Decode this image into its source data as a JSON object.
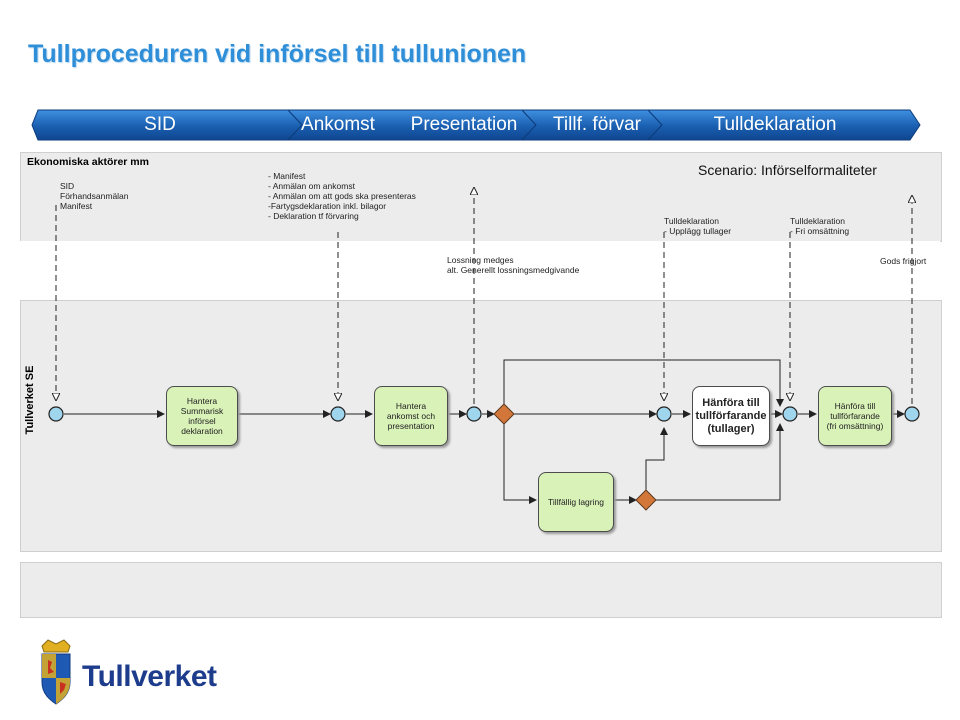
{
  "title": "Tullproceduren vid införsel till tullunionen",
  "phases": {
    "sid": "SID",
    "ankomst": "Ankomst",
    "presentation": "Presentation",
    "tillf": "Tillf. förvar",
    "tulldeklaration": "Tulldeklaration"
  },
  "lanes": {
    "top": "Ekonomiska aktörer mm",
    "main": "Tullverket SE"
  },
  "scenario": "Scenario: Införselformaliteter",
  "notes": {
    "sid": [
      "SID",
      "Förhandsanmälan",
      "Manifest"
    ],
    "ankomst": [
      "- Manifest",
      "- Anmälan om ankomst",
      "- Anmälan om att gods ska presenteras",
      "-Fartygsdeklaration inkl. bilagor",
      "- Deklaration  tf förvaring"
    ],
    "tull1": [
      "Tulldeklaration",
      "- Upplägg tullager"
    ],
    "tull2": [
      "Tulldeklaration",
      "- Fri omsättning"
    ],
    "lossning": [
      "Lossning medges",
      "alt. Generellt lossningsmedgivande"
    ],
    "gods": "Gods frigjort"
  },
  "tasks": {
    "summarisk": [
      "Hantera",
      "Summarisk",
      "införsel",
      "deklaration"
    ],
    "ankomst": [
      "Hantera",
      "ankomst och",
      "presentation"
    ],
    "tullager": [
      "Hänföra till",
      "tullförfarande",
      "(tullager)"
    ],
    "fri": [
      "Hänföra till",
      "tullförfarande",
      "(fri omsättning)"
    ],
    "lagring": "Tillfällig lagring"
  },
  "logo": "Tullverket",
  "colors": {
    "title": "#2f8ed8",
    "phase_bar": "#1a5fb0",
    "task_fill": "#d9f2b8",
    "event_fill": "#9fd6ee",
    "gateway_fill": "#d2763a",
    "lane": "#ececec"
  }
}
